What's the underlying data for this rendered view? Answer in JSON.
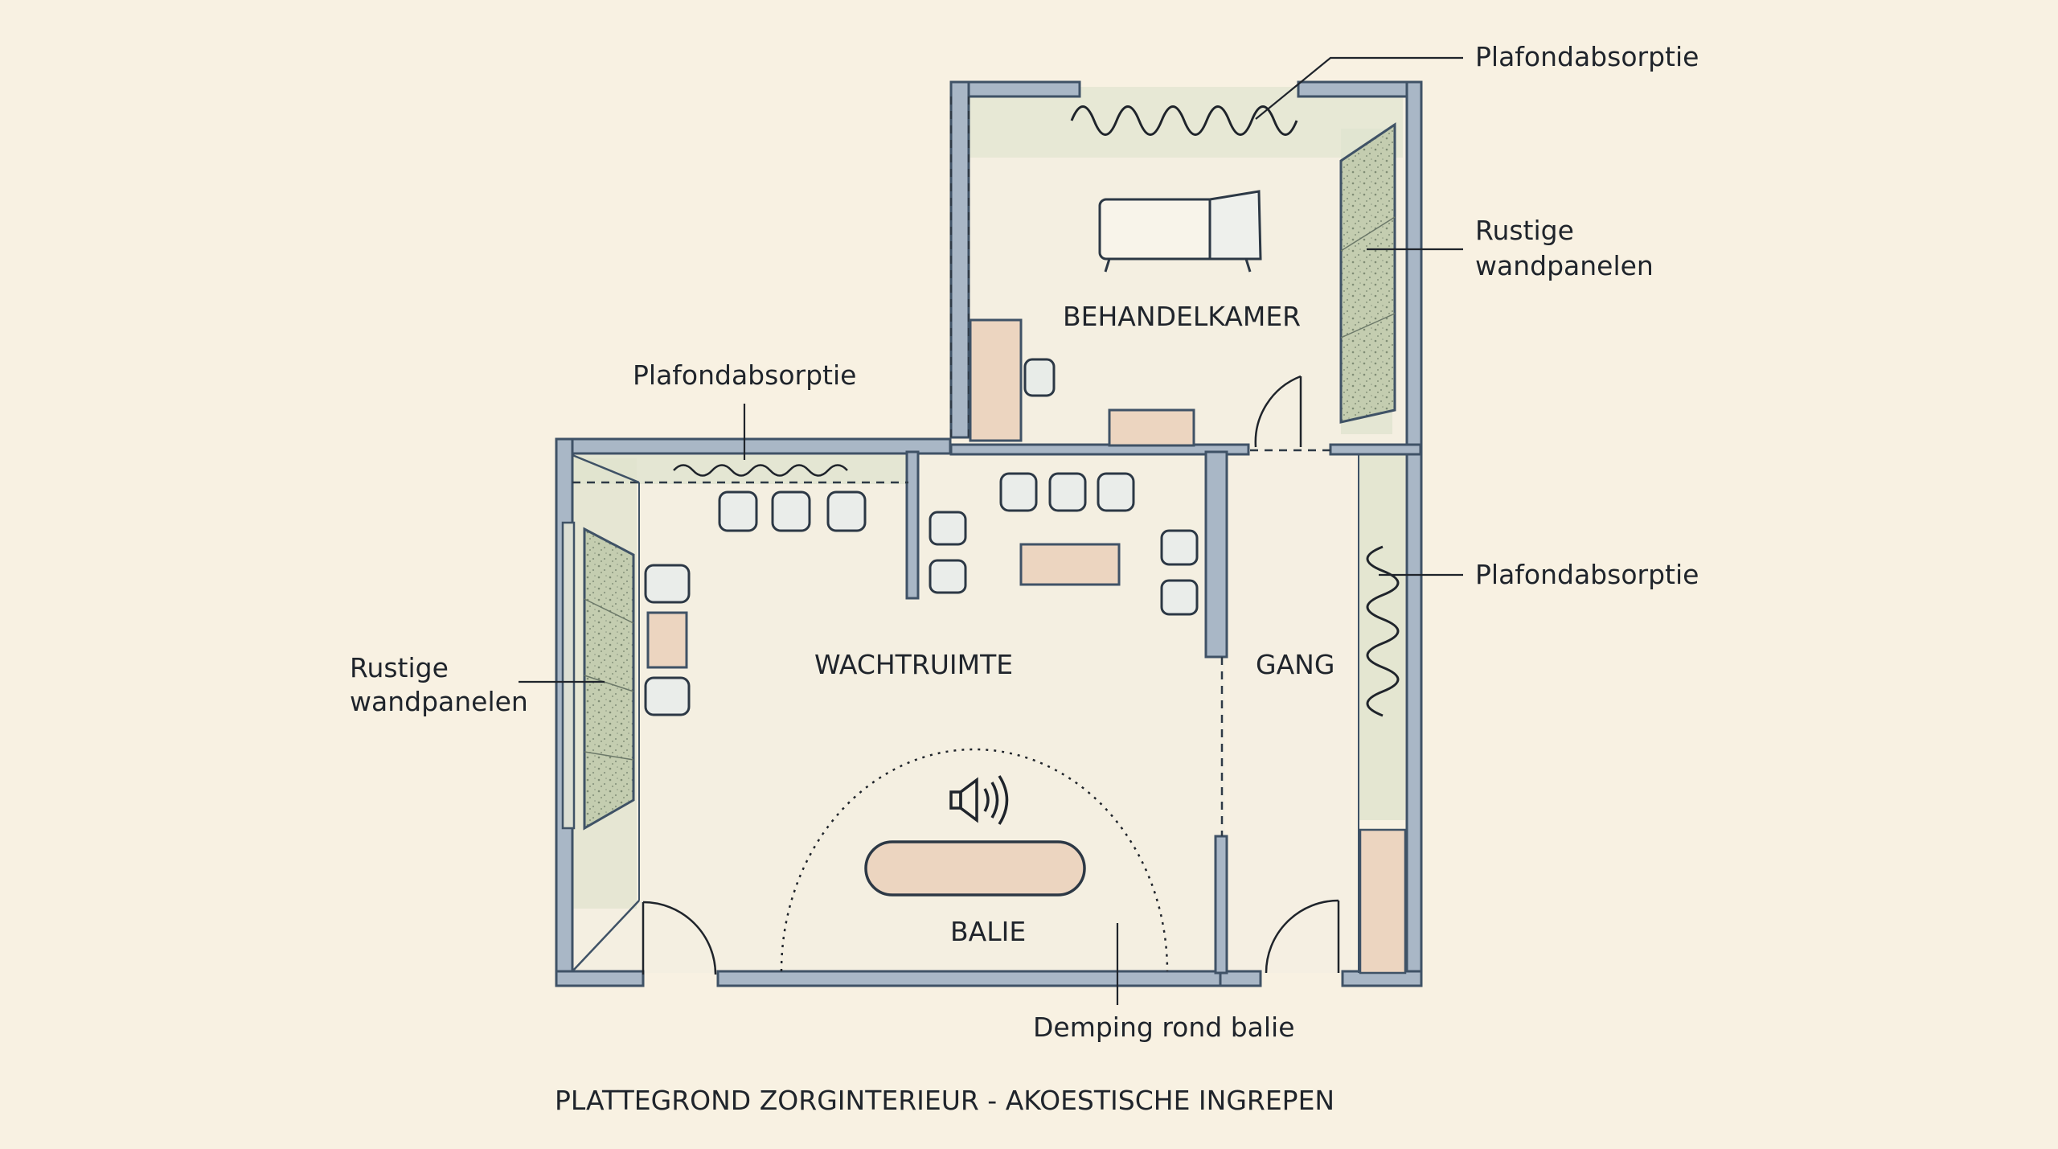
{
  "title": "PLATTEGROND ZORGINTERIEUR - AKOESTISCHE INGREPEN",
  "rooms": {
    "behandelkamer": "BEHANDELKAMER",
    "wachtruimte": "WACHTRUIMTE",
    "gang": "GANG",
    "balie": "BALIE"
  },
  "callouts": {
    "ceiling_treatment": "Plafondabsorptie",
    "side_panels_line1": "Rustige",
    "side_panels_line2": "wandpanelen",
    "ceiling_corridor": "Plafondabsorptie",
    "ceiling_waiting": "Plafondabsorptie",
    "left_panels_line1": "Rustige",
    "left_panels_line2": "wandpanelen",
    "desk_damping": "Demping rond balie"
  },
  "colors": {
    "background": "#f8f1e2",
    "wall": "#a9b7c6",
    "wall_stroke": "#3f5266",
    "panel_green": "#c9d2b6",
    "furniture_wood": "#ecd5c0",
    "ink": "#1f242b"
  },
  "icons": [
    "speaker-icon"
  ]
}
